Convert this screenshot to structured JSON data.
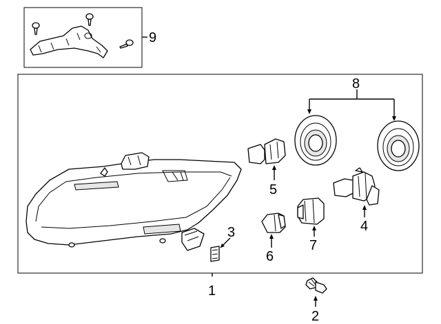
{
  "diagram": {
    "callouts": {
      "headlamp": "1",
      "bolt": "2",
      "socket": "3",
      "bulb_high": "4",
      "bulb_side": "5",
      "bulb_small": "7",
      "bulb_wedge": "6",
      "cap_pair": "8",
      "bracket_kit": "9"
    }
  }
}
